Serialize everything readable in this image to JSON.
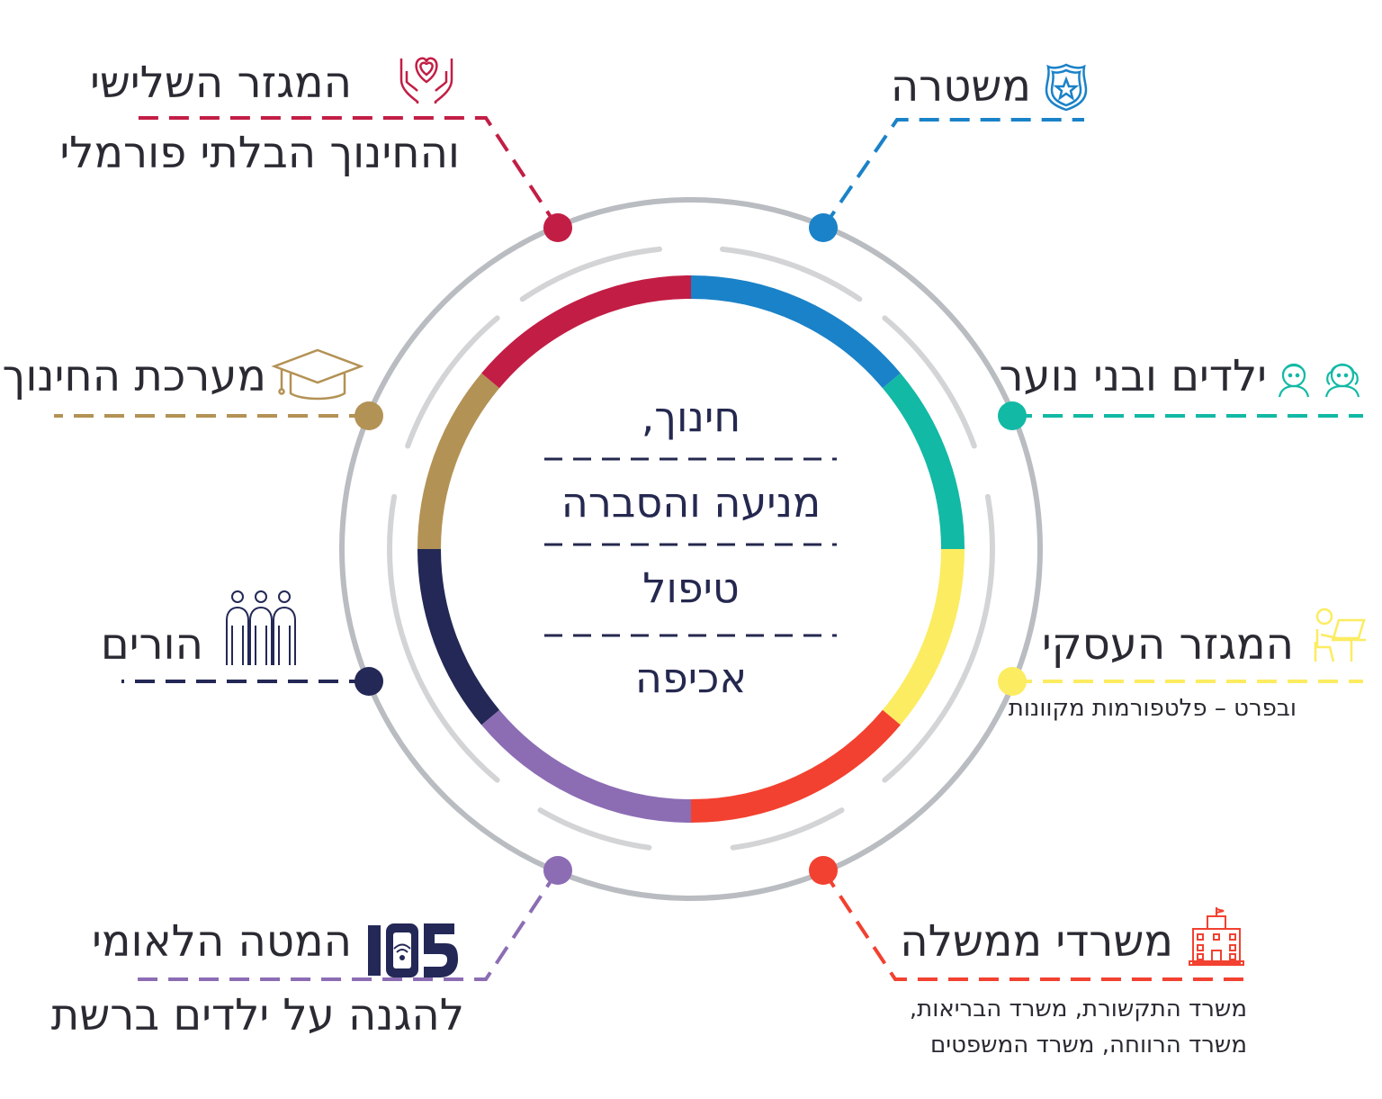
{
  "colors": {
    "police": "#1a82c8",
    "youth": "#12b9a5",
    "business": "#fcec61",
    "government": "#f24130",
    "national": "#8c6db4",
    "parents": "#232856",
    "education": "#b39255",
    "third_sector": "#c21e45",
    "ring": "#b9bcc0",
    "inner_ring": "#d2d4d6",
    "center_text": "#25284f",
    "text": "#2a2a33"
  },
  "center": {
    "line1": "חינוך,",
    "line2": "מניעה והסברה",
    "line3": "טיפול",
    "line4": "אכיפה"
  },
  "nodes": {
    "police": {
      "title": "משטרה",
      "icon": "police-badge-icon"
    },
    "youth": {
      "title": "ילדים ובני נוער",
      "icon": "children-icon"
    },
    "business": {
      "title": "המגזר העסקי",
      "subtitle": "ובפרט – פלטפורמות מקוונות",
      "icon": "person-laptop-icon"
    },
    "government": {
      "title": "משרדי ממשלה",
      "subtitle_line1": "משרד התקשורת, משרד הבריאות,",
      "subtitle_line2": "משרד הרווחה, משרד המשפטים",
      "icon": "government-building-icon"
    },
    "national": {
      "title": "המטה הלאומי",
      "title_line2": "להגנה על ילדים ברשת",
      "logo_text": "105",
      "icon": "105-logo-icon"
    },
    "parents": {
      "title": "הורים",
      "icon": "family-icon"
    },
    "education": {
      "title": "מערכת החינוך",
      "icon": "graduation-cap-icon"
    },
    "third_sector": {
      "title": "המגזר השלישי",
      "title_line2": "והחינוך הבלתי פורמלי",
      "icon": "hands-heart-icon"
    }
  }
}
